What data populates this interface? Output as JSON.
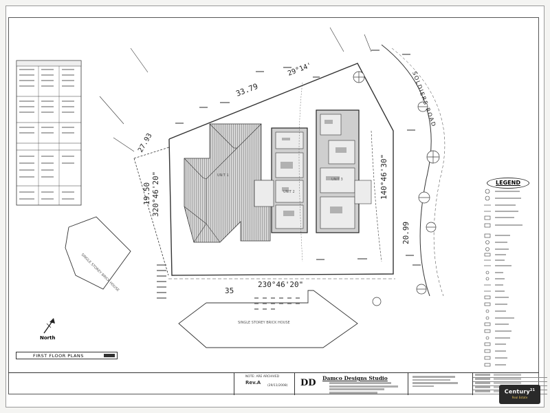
{
  "sheet": {
    "title_label": "FIRST FLOOR PLANS",
    "north_label": "North",
    "road_label": "SOLDIERS ROAD",
    "legend_title": "LEGEND"
  },
  "dimensions": {
    "top_a": "33.79",
    "top_b": "29°14'",
    "left_a": "320°46'20\"",
    "left_b": "19.50",
    "left_c": "27.93",
    "right_a": "140°46'30\"",
    "right_b": "20.99",
    "bottom_a": "230°46'20\"",
    "bottom_b": "35"
  },
  "labels": {
    "unit1": "UNIT 1",
    "unit2": "UNIT 2",
    "unit3": "UNIT 3",
    "neighbour_left": "SINGLE STOREY BRICK HOUSE",
    "neighbour_bottom": "SINGLE STOREY BRICK HOUSE"
  },
  "title_block": {
    "revision_note": "NOTE: ARE ARCHIVED",
    "revision": "Rev.A",
    "revision_date": "(29/11/2008)",
    "studio_name": "Damco Designs Studio",
    "logo_text": "DD"
  },
  "brand": {
    "name": "Century",
    "superscript": "21",
    "sub": "Real Estate"
  },
  "colors": {
    "line": "#333333",
    "roof_hatch": "#666666",
    "brand_accent": "#e9c45a"
  }
}
